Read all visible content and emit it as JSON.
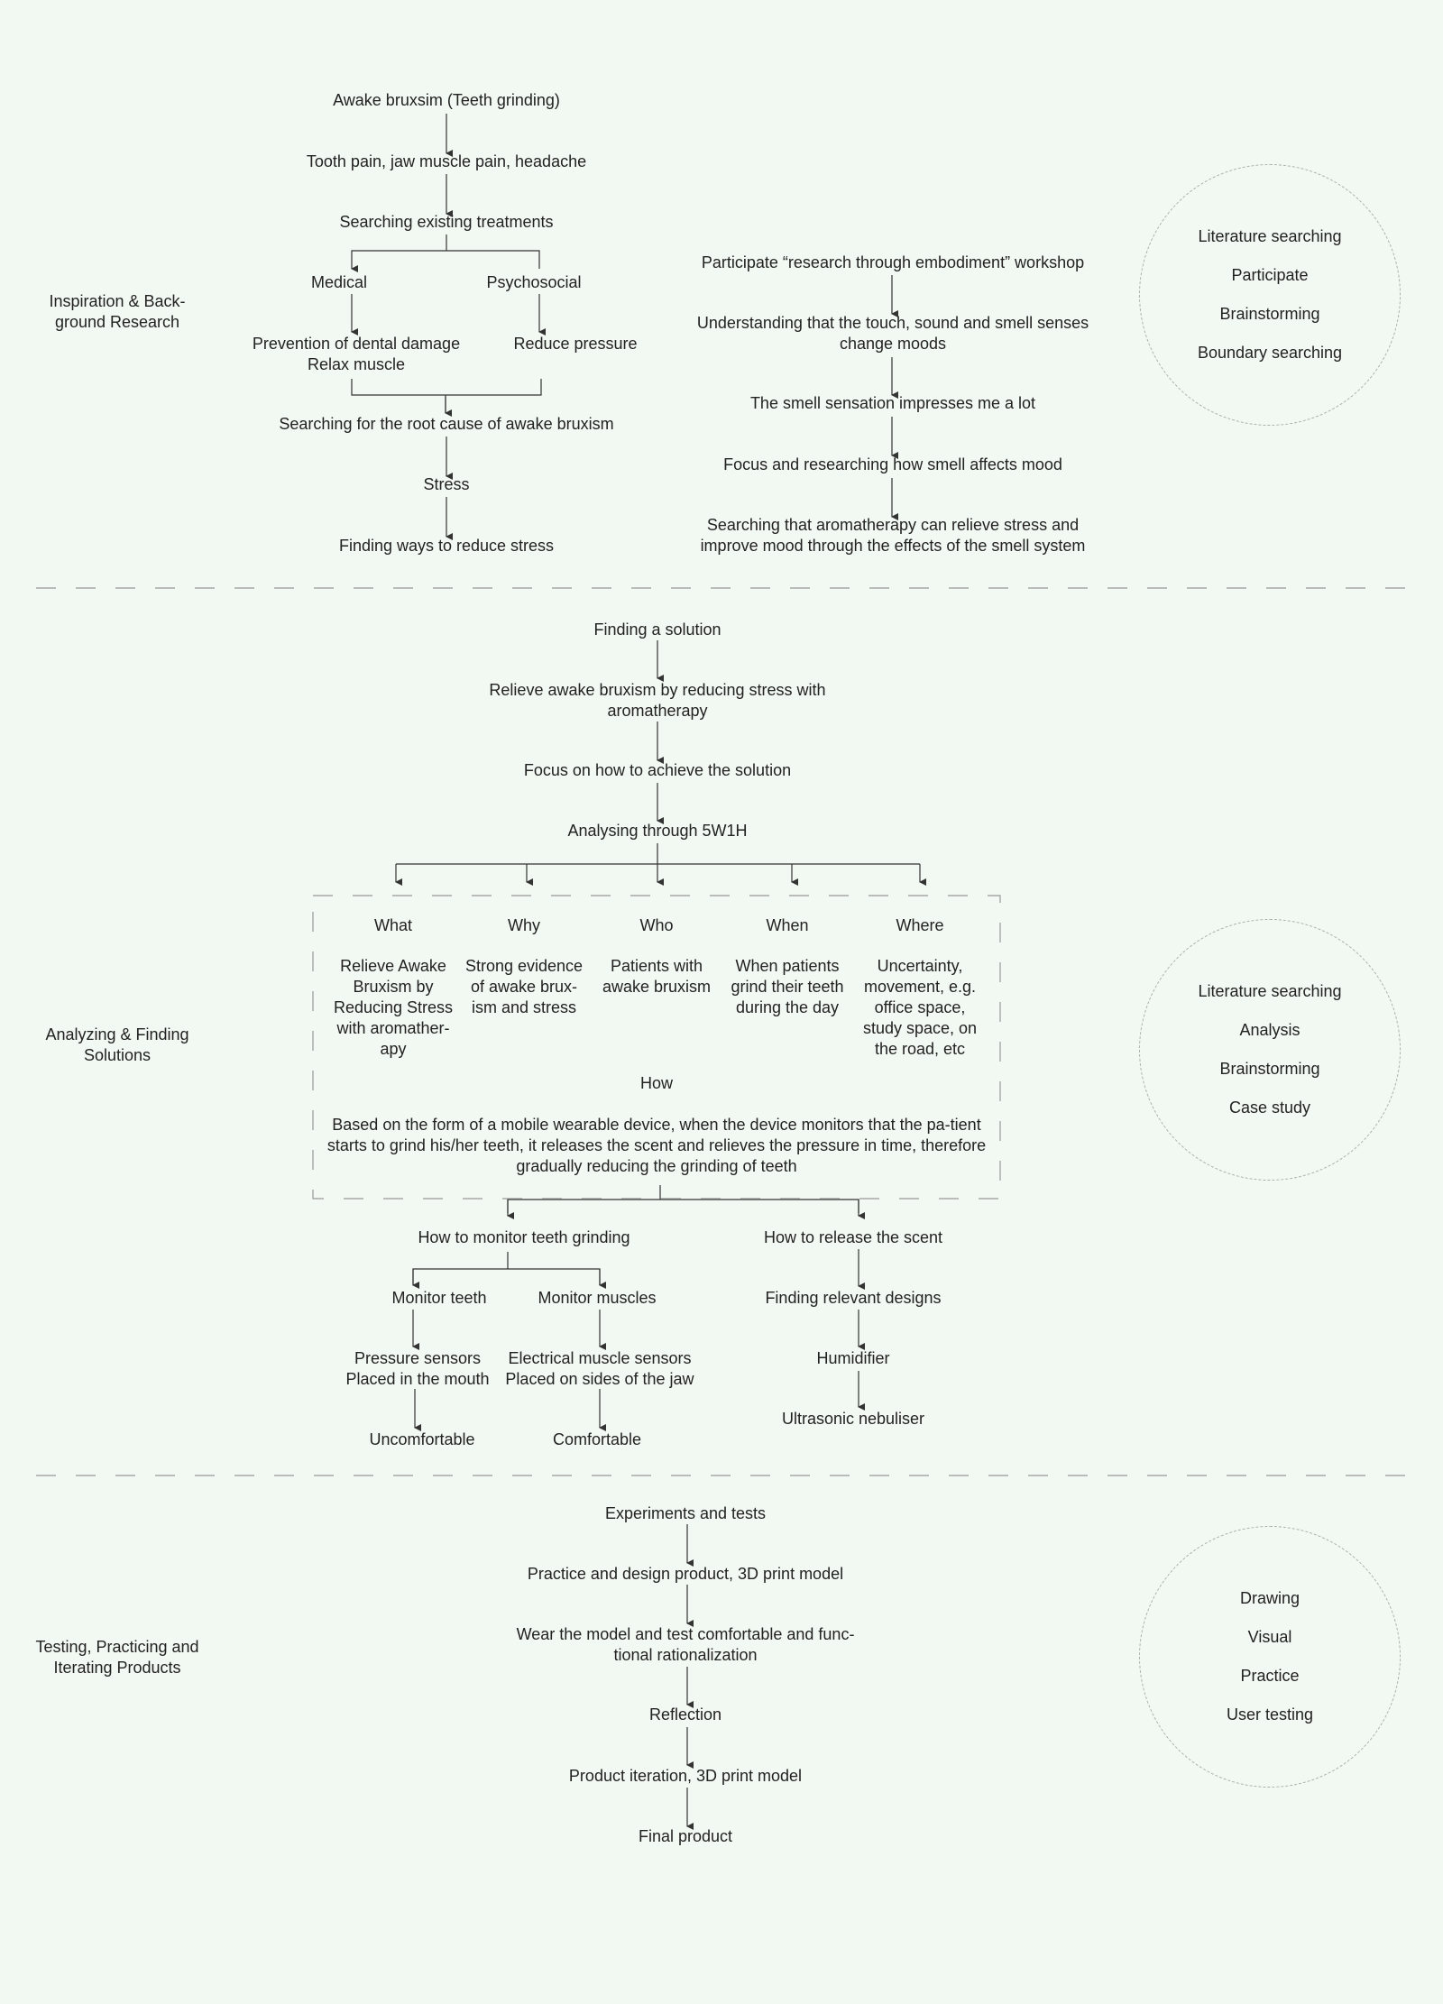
{
  "phases": {
    "p1": "Inspiration & Back-\nground Research",
    "p2": "Analyzing & Finding\nSolutions",
    "p3": "Testing, Practicing and\nIterating Products"
  },
  "methods": {
    "m1": [
      "Literature searching",
      "Participate",
      "Brainstorming",
      "Boundary searching"
    ],
    "m2": [
      "Literature searching",
      "Analysis",
      "Brainstorming",
      "Case study"
    ],
    "m3": [
      "Drawing",
      "Visual",
      "Practice",
      "User testing"
    ]
  },
  "nodes": {
    "a1": "Awake bruxsim (Teeth grinding)",
    "a2": "Tooth pain, jaw muscle pain, headache",
    "a3": "Searching existing treatments",
    "a4": "Medical",
    "a5": "Psychosocial",
    "a6": "Prevention of dental damage\nRelax muscle",
    "a7": "Reduce pressure",
    "a8": "Searching for the root cause of awake bruxism",
    "a9": "Stress",
    "a10": "Finding ways to reduce stress",
    "b1": "Participate “research through embodiment” workshop",
    "b2": "Understanding that the touch, sound and smell senses\nchange moods",
    "b3": "The smell sensation impresses me a lot",
    "b4": "Focus and researching how smell affects mood",
    "b5": "Searching that aromatherapy can relieve stress and\nimprove mood through the effects of the smell system",
    "c1": "Finding a solution",
    "c2": "Relieve awake bruxism by reducing stress with\naromatherapy",
    "c3": "Focus on how to achieve the solution",
    "c4": "Analysing through 5W1H",
    "w1h": "What",
    "w1": "Relieve Awake Bruxism by Reducing Stress with aromather-apy",
    "w2h": "Why",
    "w2": "Strong evidence of awake brux-ism and stress",
    "w3h": "Who",
    "w3": "Patients with awake bruxism",
    "w4h": "When",
    "w4": "When patients grind their teeth during the day",
    "w5h": "Where",
    "w5": "Uncertainty, movement, e.g. office space, study space, on the road, etc",
    "howh": "How",
    "how": "Based on the form of a mobile wearable device, when the device monitors that the pa-tient starts to grind his/her teeth, it releases the scent and relieves the pressure in time, therefore gradually reducing the grinding of teeth",
    "d1": "How to monitor teeth grinding",
    "d2": "Monitor teeth",
    "d3": "Monitor muscles",
    "d4": "Pressure sensors\nPlaced in the mouth",
    "d5": "Electrical muscle sensors\nPlaced on sides of the jaw",
    "d6": "Uncomfortable",
    "d7": "Comfortable",
    "e1": "How to release the scent",
    "e2": "Finding relevant designs",
    "e3": "Humidifier",
    "e4": "Ultrasonic nebuliser",
    "f1": "Experiments and tests",
    "f2": "Practice and design product, 3D print model",
    "f3": "Wear the model and test comfortable and func-\ntional rationalization",
    "f4": "Reflection",
    "f5": "Product iteration, 3D print model",
    "f6": "Final product"
  },
  "colors": {
    "background": "#f2f8f2",
    "text": "#222222",
    "lines": "#333333",
    "dashes": "#999999"
  }
}
